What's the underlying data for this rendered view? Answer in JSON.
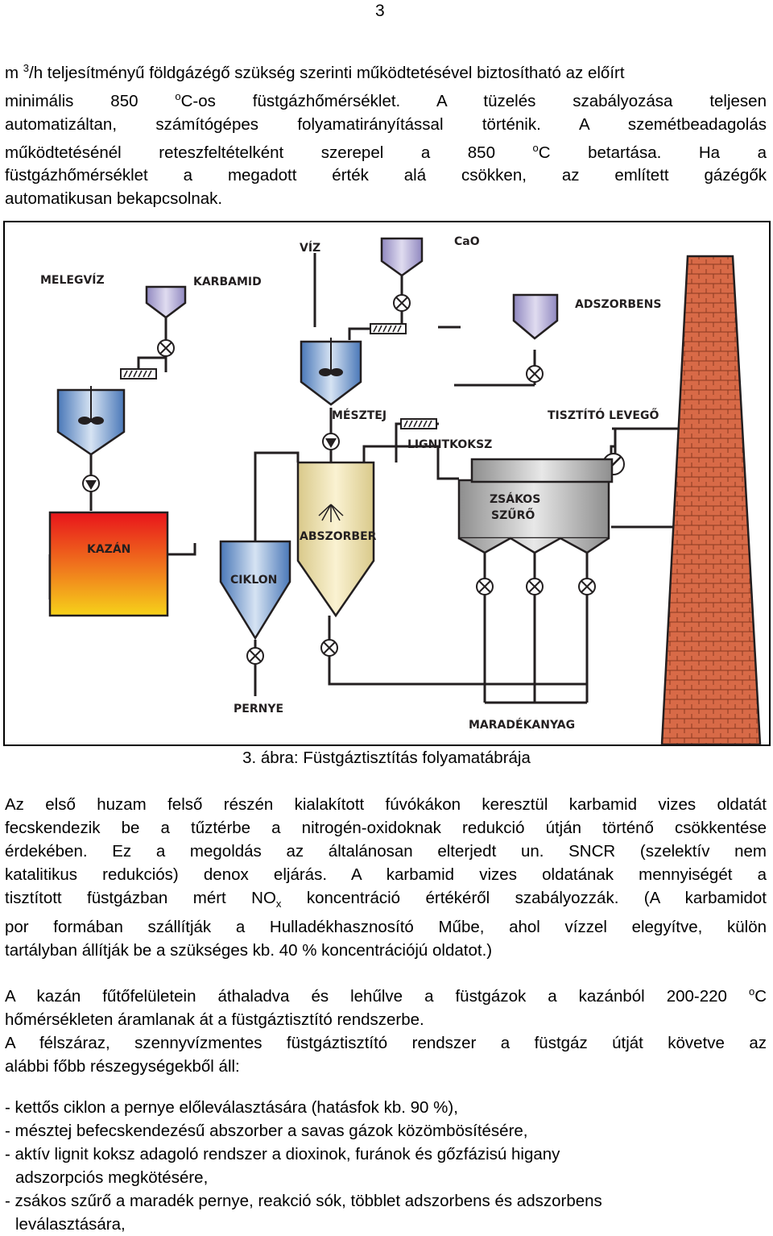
{
  "page_number": "3",
  "intro": {
    "lines": [
      "m 3/h teljesítményű földgázégő szükség szerinti működtetésével biztosítható az előírt",
      "minimális 850 oC-os füstgázhőmérséklet. A tüzelés szabályozása teljesen",
      "automatizáltan, számítógépes folyamatirányítással történik. A szemétbeadagolás",
      "működtetésénél reteszfeltételként szerepel a 850 oC betartása. Ha a",
      "füstgázhőmérséklet a megadott érték alá csökken, az említett gázégők",
      "automatikusan bekapcsolnak."
    ]
  },
  "figure": {
    "labels": {
      "melegviz": "MELEGVÍZ",
      "karbamid": "KARBAMID",
      "viz": "VÍZ",
      "cao": "CaO",
      "adszorbens": "ADSZORBENS",
      "mesztej": "MÉSZTEJ",
      "tisztito_levego": "TISZTÍTÓ LEVEGŐ",
      "lignitkoksz": "LIGNITKOKSZ",
      "zsakos_szuro_1": "ZSÁKOS",
      "zsakos_szuro_2": "SZŰRŐ",
      "kazan": "KAZÁN",
      "abszorber": "ABSZORBER",
      "ciklon": "CIKLON",
      "pernye": "PERNYE",
      "maradekanyag": "MARADÉKANYAG"
    },
    "caption": "3. ábra: Füstgáztisztítás folyamatábrája"
  },
  "body": {
    "para1": [
      "Az első huzam felső részén kialakított fúvókákon keresztül karbamid vizes oldatát",
      "fecskendezik be a tűztérbe a nitrogén-oxidoknak redukció útján történő csökkentése",
      "érdekében. Ez a megoldás az általánosan elterjedt un. SNCR (szelektív nem",
      "katalitikus redukciós) denox eljárás. A karbamid vizes oldatának mennyiségét a",
      "tisztított füstgázban mért NOx koncentráció értékéről szabályozzák. (A karbamidot",
      "por formában szállítják a Hulladékhasznosító Műbe, ahol vízzel elegyítve, külön",
      "tartályban állítják be a szükséges kb. 40 % koncentrációjú oldatot.)"
    ],
    "para2": [
      "A kazán fűtőfelületein áthaladva és lehűlve a füstgázok a kazánból 200-220 oC",
      "hőmérsékleten áramlanak át a füstgáztisztító rendszerbe.",
      "A félszáraz, szennyvízmentes füstgáztisztító rendszer a füstgáz útját követve az",
      "alábbi főbb részegységekből áll:"
    ],
    "list": [
      "- kettős ciklon a pernye előleválasztására (hatásfok kb. 90 %),",
      "- mésztej befecskendezésű abszorber a savas gázok közömbösítésére,",
      "- aktív lignit koksz adagoló rendszer a dioxinok, furánok és gőzfázisú higany",
      "  adszorpciós megkötésére,",
      "- zsákos szűrő a maradék pernye, reakció sók, többlet adszorbens és adszorbens",
      "  leválasztására,"
    ]
  },
  "colors": {
    "frame": "#000000",
    "pipe": "#231f20",
    "kazan_red": "#e8141b",
    "kazan_yellow": "#f6d21a",
    "tank_blue": "#4a78b8",
    "tank_light": "#d6e3f3",
    "abszorber_cream": "#f3e7b4",
    "silo_lilac": "#b8b0d8",
    "filter_grey": "#b7b7b7",
    "brick": "#d86a47"
  }
}
